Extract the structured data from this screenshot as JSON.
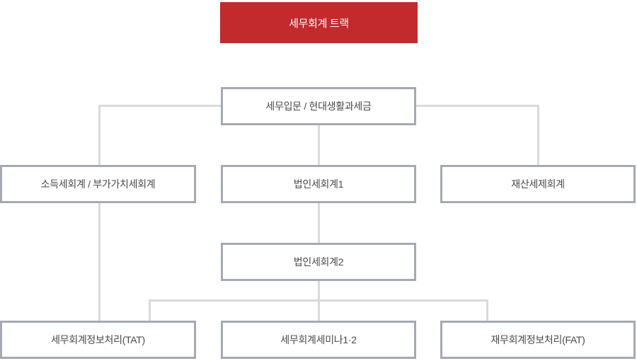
{
  "header": {
    "label": "세무회계 트랙"
  },
  "nodes": [
    {
      "id": "intro",
      "label": "세무입문 / 현대생활과세금"
    },
    {
      "id": "income-vat",
      "label": "소득세회계 / 부가가치세회계"
    },
    {
      "id": "corp-tax-1",
      "label": "법인세회계1"
    },
    {
      "id": "property",
      "label": "재산세제회계"
    },
    {
      "id": "corp-tax-2",
      "label": "법인세회계2"
    },
    {
      "id": "tat",
      "label": "세무회계정보처리(TAT)"
    },
    {
      "id": "seminar",
      "label": "세무회계세미나1·2"
    },
    {
      "id": "fat",
      "label": "재무회계정보처리(FAT)"
    }
  ],
  "edges": [
    {
      "from": "intro",
      "to": "income-vat"
    },
    {
      "from": "intro",
      "to": "corp-tax-1"
    },
    {
      "from": "intro",
      "to": "property"
    },
    {
      "from": "corp-tax-1",
      "to": "corp-tax-2"
    },
    {
      "from": "income-vat",
      "to": "tat"
    },
    {
      "from": "corp-tax-2",
      "to": "tat"
    },
    {
      "from": "corp-tax-2",
      "to": "seminar"
    },
    {
      "from": "corp-tax-2",
      "to": "fat"
    }
  ],
  "colors": {
    "accent_red": "#c32a2e",
    "header_text": "#ffffff",
    "box_border": "#a4a9b3",
    "box_background": "#ffffff",
    "connector": "#d9dade",
    "text": "#4a4a4a"
  }
}
